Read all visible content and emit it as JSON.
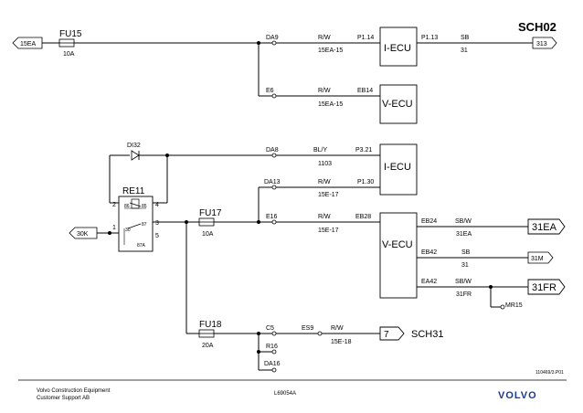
{
  "sheet": {
    "id": "SCH02",
    "drawing_no": "110469/3.P01",
    "doc_no": "L69054A"
  },
  "footer": {
    "company": "Volvo Construction Equipment",
    "support": "Customer Support AB",
    "logo": "VOLVO"
  },
  "fuses": {
    "fu15": {
      "name": "FU15",
      "rating": "10A"
    },
    "fu17": {
      "name": "FU17",
      "rating": "10A"
    },
    "fu18": {
      "name": "FU18",
      "rating": "20A"
    }
  },
  "relay": {
    "name": "RE11",
    "pins": {
      "p2": "2",
      "p4": "4",
      "p1": "1",
      "p3": "3",
      "p5": "5",
      "p30": "30",
      "p85": "85",
      "p86": "86",
      "p87": "87",
      "p87a": "87A"
    }
  },
  "diode": {
    "name": "DI32"
  },
  "terminals": {
    "in_15ea": "15EA",
    "in_30k": "30K",
    "out_313": "313",
    "out_31ea": "31EA",
    "out_31m": "31M",
    "out_31fr": "31FR",
    "out_7": "7",
    "sch31": "SCH31",
    "mr15": "MR15"
  },
  "ecus": {
    "i_ecu_top": "I-ECU",
    "v_ecu_top": "V-ECU",
    "i_ecu_mid": "I-ECU",
    "v_ecu_main": "V-ECU"
  },
  "wires": {
    "da9": {
      "id": "DA9",
      "color": "R/W",
      "code": "15EA-15",
      "pin": "P1.14"
    },
    "e6": {
      "id": "E6",
      "color": "R/W",
      "code": "15EA-15",
      "pin": "EB14"
    },
    "p113": {
      "pin": "P1.13",
      "color": "SB",
      "code": "31"
    },
    "da8": {
      "id": "DA8",
      "color": "BL/Y",
      "code": "1103",
      "pin": "P3.21"
    },
    "da13": {
      "id": "DA13",
      "color": "R/W",
      "code": "15E-17",
      "pin": "P1.30"
    },
    "e16": {
      "id": "E16",
      "color": "R/W",
      "code": "15E-17",
      "pin": "EB28"
    },
    "eb24": {
      "pin": "EB24",
      "color": "SB/W",
      "code": "31EA"
    },
    "eb42": {
      "pin": "EB42",
      "color": "SB",
      "code": "31"
    },
    "ea42": {
      "pin": "EA42",
      "color": "SB/W",
      "code": "31FR"
    },
    "c5": {
      "id": "C5",
      "connector": "ES9",
      "color": "R/W",
      "code": "15E-18"
    },
    "r16": {
      "id": "R16"
    },
    "da16": {
      "id": "DA16"
    }
  }
}
